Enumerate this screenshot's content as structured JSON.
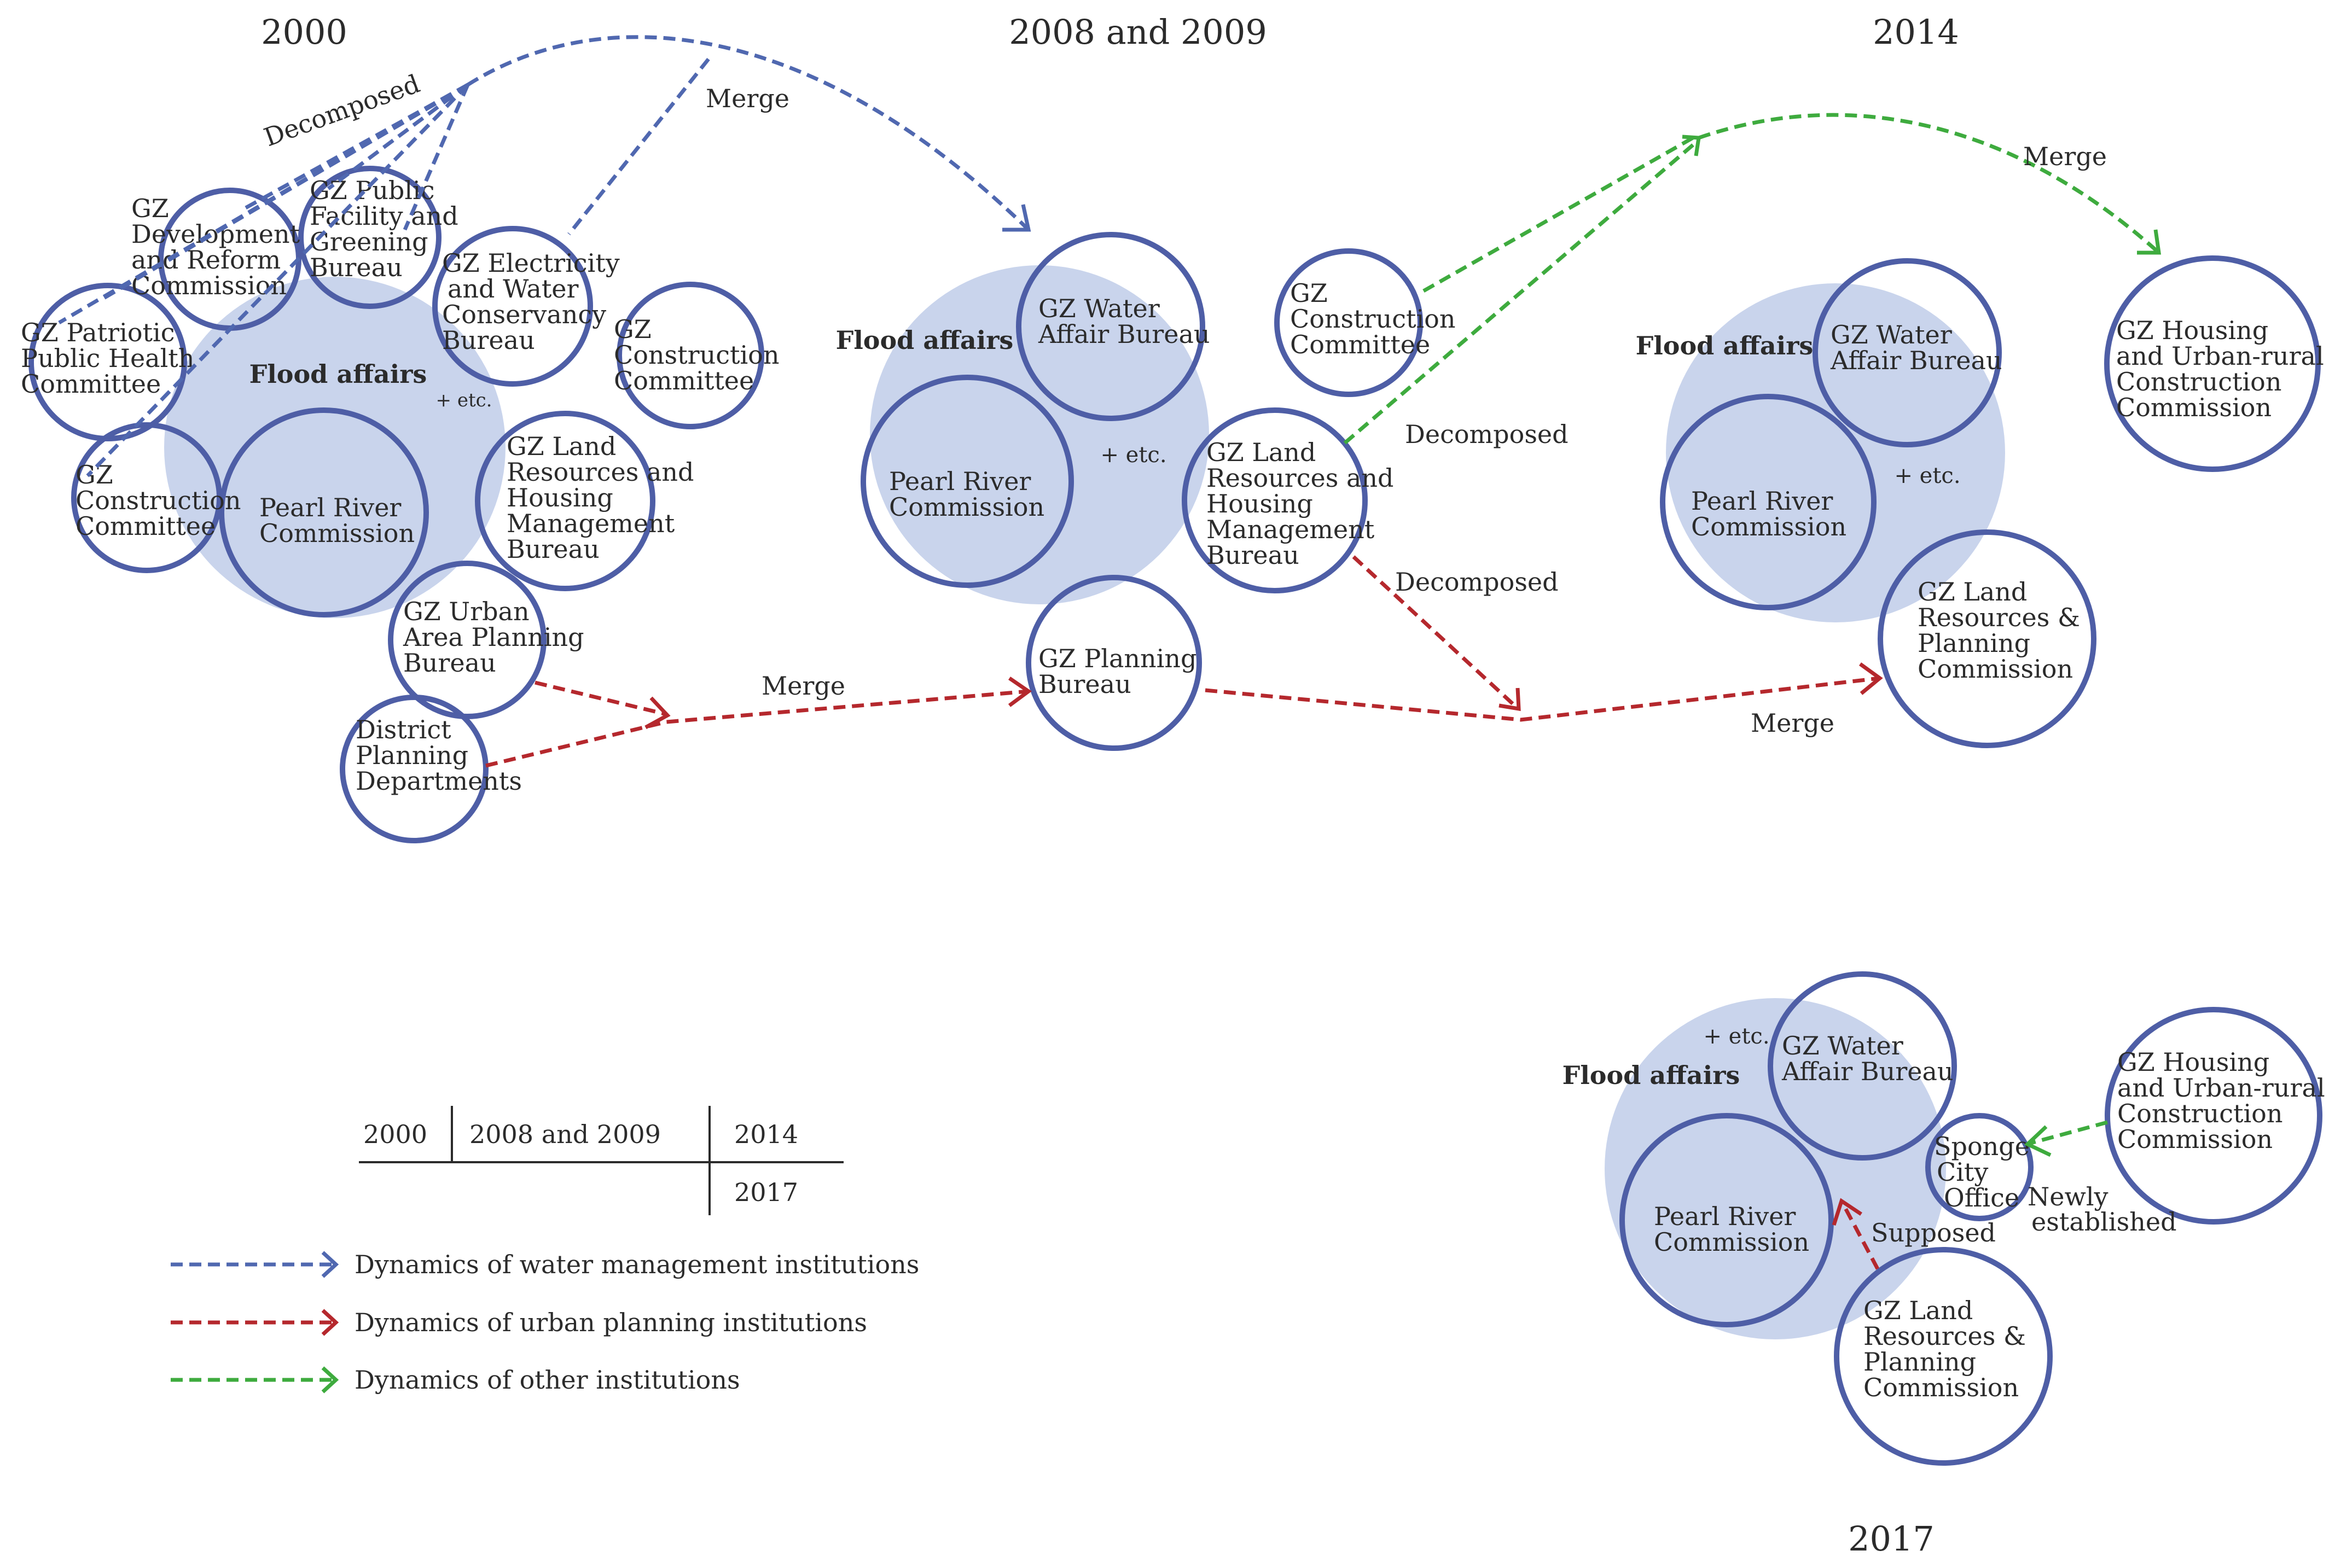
{
  "years": {
    "y2000": "2000",
    "y2008": "2008 and 2009",
    "y2014": "2014",
    "y2017": "2017"
  },
  "flood_affairs": "Flood affairs",
  "etc": "+ etc.",
  "arrows": {
    "decomposed": "Decomposed",
    "merge": "Merge",
    "supposed": "Supposed",
    "newly_established": [
      "Newly",
      "established"
    ]
  },
  "institutions": {
    "dev_reform": [
      "GZ",
      "Development",
      "and Reform",
      "Commission"
    ],
    "public_facility": [
      "GZ Public",
      "Facility and",
      "Greening",
      "Bureau"
    ],
    "electricity_water": [
      "GZ Electricity",
      "and Water",
      "Conservancy",
      "Bureau"
    ],
    "construction_2000": [
      "GZ",
      "Construction",
      "Committee"
    ],
    "patriotic": [
      "GZ Patriotic",
      "Public Health",
      "Committee"
    ],
    "construction_left": [
      "GZ",
      "Construction",
      "Committee"
    ],
    "pearl_river": [
      "Pearl River",
      "Commission"
    ],
    "land_resources_housing": [
      "GZ Land",
      "Resources and",
      "Housing",
      "Management",
      "Bureau"
    ],
    "urban_planning": [
      "GZ Urban",
      "Area Planning",
      "Bureau"
    ],
    "district_planning": [
      "District",
      "Planning",
      "Departments"
    ],
    "water_affair": [
      "GZ Water",
      "Affair Bureau"
    ],
    "planning_bureau": [
      "GZ Planning",
      "Bureau"
    ],
    "construction_2009": [
      "GZ",
      "Construction",
      "Committee"
    ],
    "land_housing_2009": [
      "GZ Land",
      "Resources and",
      "Housing",
      "Management",
      "Bureau"
    ],
    "housing_urban_rural": [
      "GZ Housing",
      "and Urban-rural",
      "Construction",
      "Commission"
    ],
    "land_planning": [
      "GZ Land",
      "Resources &",
      "Planning",
      "Commission"
    ],
    "sponge_city": [
      "Sponge",
      "City",
      "Office"
    ]
  },
  "timeline_table": {
    "row1": [
      "2000",
      "2008 and 2009",
      "2014"
    ],
    "row2": "2017"
  },
  "legend": {
    "water": {
      "label": "Dynamics of water management institutions",
      "color": "#5068b0"
    },
    "urban": {
      "label": "Dynamics of urban planning institutions",
      "color": "#b5282d"
    },
    "other": {
      "label": "Dynamics of other institutions",
      "color": "#3eab3e"
    }
  }
}
